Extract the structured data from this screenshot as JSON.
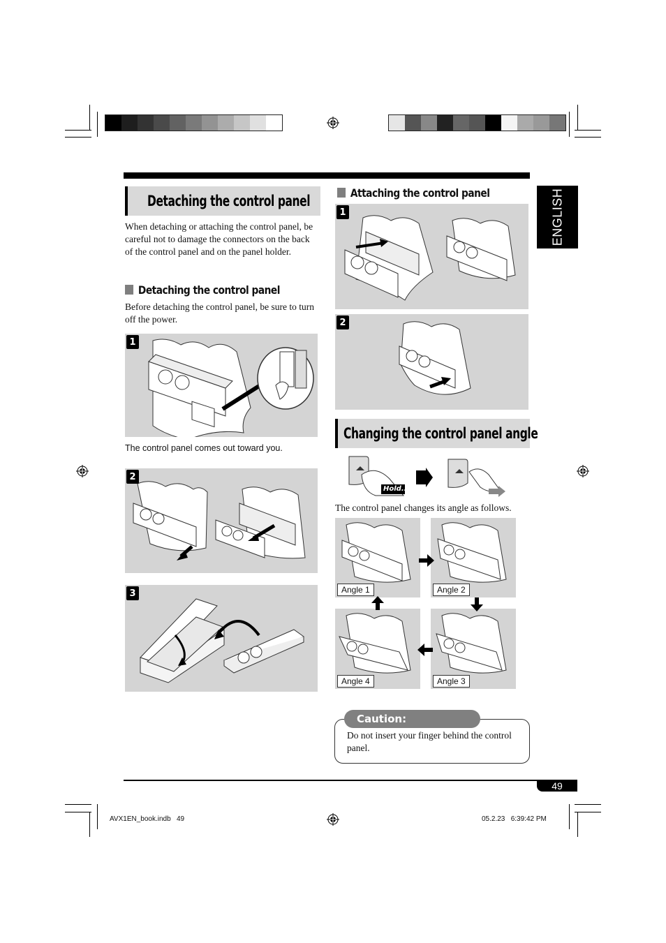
{
  "language_tab": "ENGLISH",
  "left": {
    "main_heading": "Detaching the control panel",
    "intro": "When detaching or attaching the control panel, be careful not to damage the connectors on the back of the control panel and on the panel holder.",
    "sub_heading": "Detaching the control panel",
    "sub_text": "Before detaching the control panel, be sure to turn off the power.",
    "steps": [
      "1",
      "2",
      "3"
    ],
    "step1_caption": "The control panel comes out toward you."
  },
  "right": {
    "attach_heading": "Attaching the control panel",
    "attach_steps": [
      "1",
      "2"
    ],
    "angle_heading": "Changing the control panel angle",
    "hold_label": "Hold....",
    "angle_text": "The control panel changes its angle as follows.",
    "angles": [
      "Angle 1",
      "Angle 2",
      "Angle 3",
      "Angle 4"
    ]
  },
  "caution": {
    "label": "Caution:",
    "text": "Do not insert your finger behind the control panel."
  },
  "footer": {
    "page_number": "49",
    "file_name": "AVX1EN_book.indb   49",
    "timestamp": "05.2.23   6:39:42 PM"
  },
  "colors": {
    "panel_gray": "#d4d4d4",
    "heading_gray": "#d9d9d9",
    "black": "#000000",
    "caution_gray": "#808080"
  }
}
